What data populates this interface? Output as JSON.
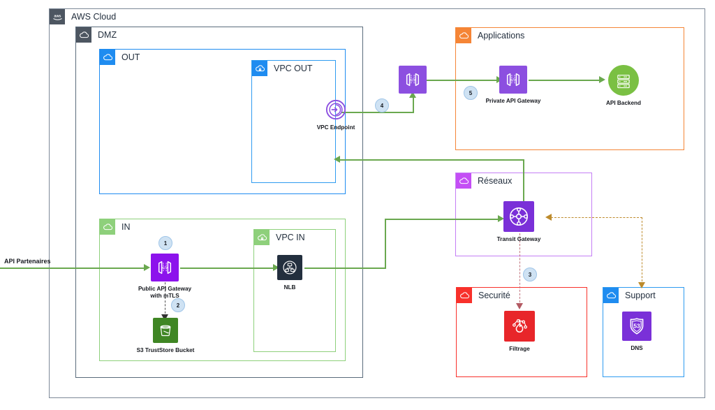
{
  "diagram": {
    "title": "AWS Cloud",
    "external_label": "API Partenaires",
    "groups": {
      "aws_cloud": {
        "label": "AWS Cloud",
        "icon": "aws-logo-icon",
        "color": "#7d8998"
      },
      "dmz": {
        "label": "DMZ",
        "icon": "cloud-icon",
        "color": "#5a6b7b"
      },
      "out": {
        "label": "OUT",
        "icon": "cloud-icon",
        "color": "#1f8cf0"
      },
      "vpc_out": {
        "label": "VPC OUT",
        "icon": "vpc-cloud-icon",
        "color": "#2e9bf0"
      },
      "in": {
        "label": "IN",
        "icon": "cloud-icon",
        "color": "#8ed07b"
      },
      "vpc_in": {
        "label": "VPC IN",
        "icon": "vpc-cloud-icon",
        "color": "#8ed07b"
      },
      "applications": {
        "label": "Applications",
        "icon": "cloud-icon",
        "color": "#f58536"
      },
      "reseaux": {
        "label": "Réseaux",
        "icon": "cloud-icon",
        "color": "#c44ef5"
      },
      "securite": {
        "label": "Securité",
        "icon": "cloud-icon",
        "color": "#f8312b"
      },
      "support": {
        "label": "Support",
        "icon": "cloud-icon",
        "color": "#2e9bf0"
      }
    },
    "nodes": {
      "vpc_endpoint": {
        "label": "VPC Endpoint",
        "icon": "vpc-endpoint-icon",
        "color": "#8c4fe0"
      },
      "api_gateway_mid": {
        "label": "",
        "icon": "api-gateway-icon",
        "color": "#8c4fe0"
      },
      "private_api_gateway": {
        "label": "Private API Gateway",
        "icon": "api-gateway-icon",
        "color": "#8c4fe0"
      },
      "api_backend": {
        "label": "API Backend",
        "icon": "server-rack-icon",
        "color": "#7ac043"
      },
      "public_api_gateway": {
        "label": "Public API Gateway\nwith mTLS",
        "label_line1": "Public API Gateway",
        "label_line2": "with mTLS",
        "icon": "api-gateway-icon",
        "color": "#8c13ec"
      },
      "s3_truststore": {
        "label": "S3 TrustStore Bucket",
        "icon": "s3-bucket-icon",
        "color": "#3f8624"
      },
      "nlb": {
        "label": "NLB",
        "icon": "network-load-balancer-icon",
        "color": "#232f3e"
      },
      "transit_gateway": {
        "label": "Transit Gateway",
        "icon": "transit-gateway-icon",
        "color": "#7a30d8"
      },
      "filtrage": {
        "label": "Filtrage",
        "icon": "network-firewall-icon",
        "color": "#e8262a"
      },
      "dns": {
        "label": "DNS",
        "icon": "route53-icon",
        "color": "#7a30d8"
      }
    },
    "steps": [
      {
        "id": "1",
        "label": "1"
      },
      {
        "id": "2",
        "label": "2"
      },
      {
        "id": "3",
        "label": "3"
      },
      {
        "id": "4",
        "label": "4"
      },
      {
        "id": "5",
        "label": "5"
      }
    ],
    "colors": {
      "flow_green": "#6aa84f",
      "dns_dashed": "#bd8b2c",
      "filter_dashed": "#c0707a",
      "badge_fill": "#cfe2f3",
      "badge_border": "#9fc5e8"
    }
  }
}
